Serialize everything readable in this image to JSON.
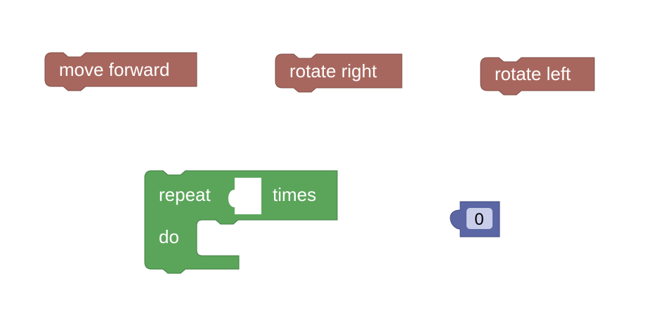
{
  "blocks": {
    "move_forward": {
      "label": "move forward"
    },
    "rotate_right": {
      "label": "rotate right"
    },
    "rotate_left": {
      "label": "rotate left"
    },
    "repeat": {
      "label": "repeat",
      "suffix": "times",
      "do_label": "do"
    },
    "number": {
      "value": "0"
    }
  },
  "colors": {
    "motion_block": "#a8675e",
    "loop_block": "#5ba55b",
    "math_block": "#5b67a5",
    "number_field": "#c8cdea"
  }
}
